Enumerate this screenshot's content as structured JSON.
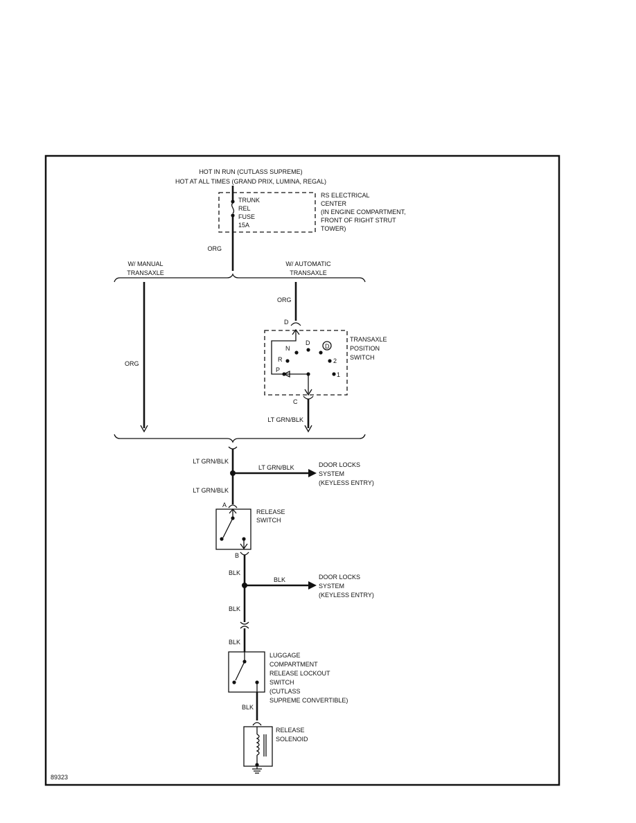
{
  "power": {
    "line1": "HOT IN RUN (CUTLASS SUPREME)",
    "line2": "HOT AT ALL TIMES (GRAND PRIX, LUMINA, REGAL)"
  },
  "fuse": {
    "line1": "TRUNK",
    "line2": "REL",
    "line3": "FUSE",
    "line4": "15A"
  },
  "center": {
    "line1": "RS ELECTRICAL",
    "line2": "CENTER",
    "line3": "(IN ENGINE COMPARTMENT,",
    "line4": "FRONT OF RIGHT STRUT",
    "line5": "TOWER)"
  },
  "wires": {
    "org_main": "ORG",
    "org_auto": "ORG",
    "org_manual": "ORG",
    "ltgrn_tps": "LT GRN/BLK",
    "ltgrn_upper": "LT GRN/BLK",
    "ltgrn_branch": "LT GRN/BLK",
    "ltgrn_lower": "LT GRN/BLK",
    "blk_upper": "BLK",
    "blk_branch": "BLK",
    "blk_mid": "BLK",
    "blk_lower": "BLK",
    "blk_solenoid": "BLK"
  },
  "branches": {
    "manual_line1": "W/ MANUAL",
    "manual_line2": "TRANSAXLE",
    "auto_line1": "W/ AUTOMATIC",
    "auto_line2": "TRANSAXLE"
  },
  "tps": {
    "line1": "TRANSAXLE",
    "line2": "POSITION",
    "line3": "SWITCH",
    "pos_n": "N",
    "pos_d": "D",
    "pos_od": "D",
    "pos_r": "R",
    "pos_2": "2",
    "pos_p": "P",
    "pos_1": "1",
    "conn_d": "D",
    "conn_c": "C"
  },
  "door_locks_1": {
    "line1": "DOOR LOCKS",
    "line2": "SYSTEM",
    "line3": "(KEYLESS ENTRY)"
  },
  "door_locks_2": {
    "line1": "DOOR LOCKS",
    "line2": "SYSTEM",
    "line3": "(KEYLESS ENTRY)"
  },
  "release_switch": {
    "line1": "RELEASE",
    "line2": "SWITCH",
    "conn_a": "A",
    "conn_b": "B"
  },
  "lockout_switch": {
    "line1": "LUGGAGE",
    "line2": "COMPARTMENT",
    "line3": "RELEASE LOCKOUT",
    "line4": "SWITCH",
    "line5": "(CUTLASS",
    "line6": "SUPREME CONVERTIBLE)"
  },
  "solenoid": {
    "line1": "RELEASE",
    "line2": "SOLENOID"
  },
  "figure_id": "89323"
}
